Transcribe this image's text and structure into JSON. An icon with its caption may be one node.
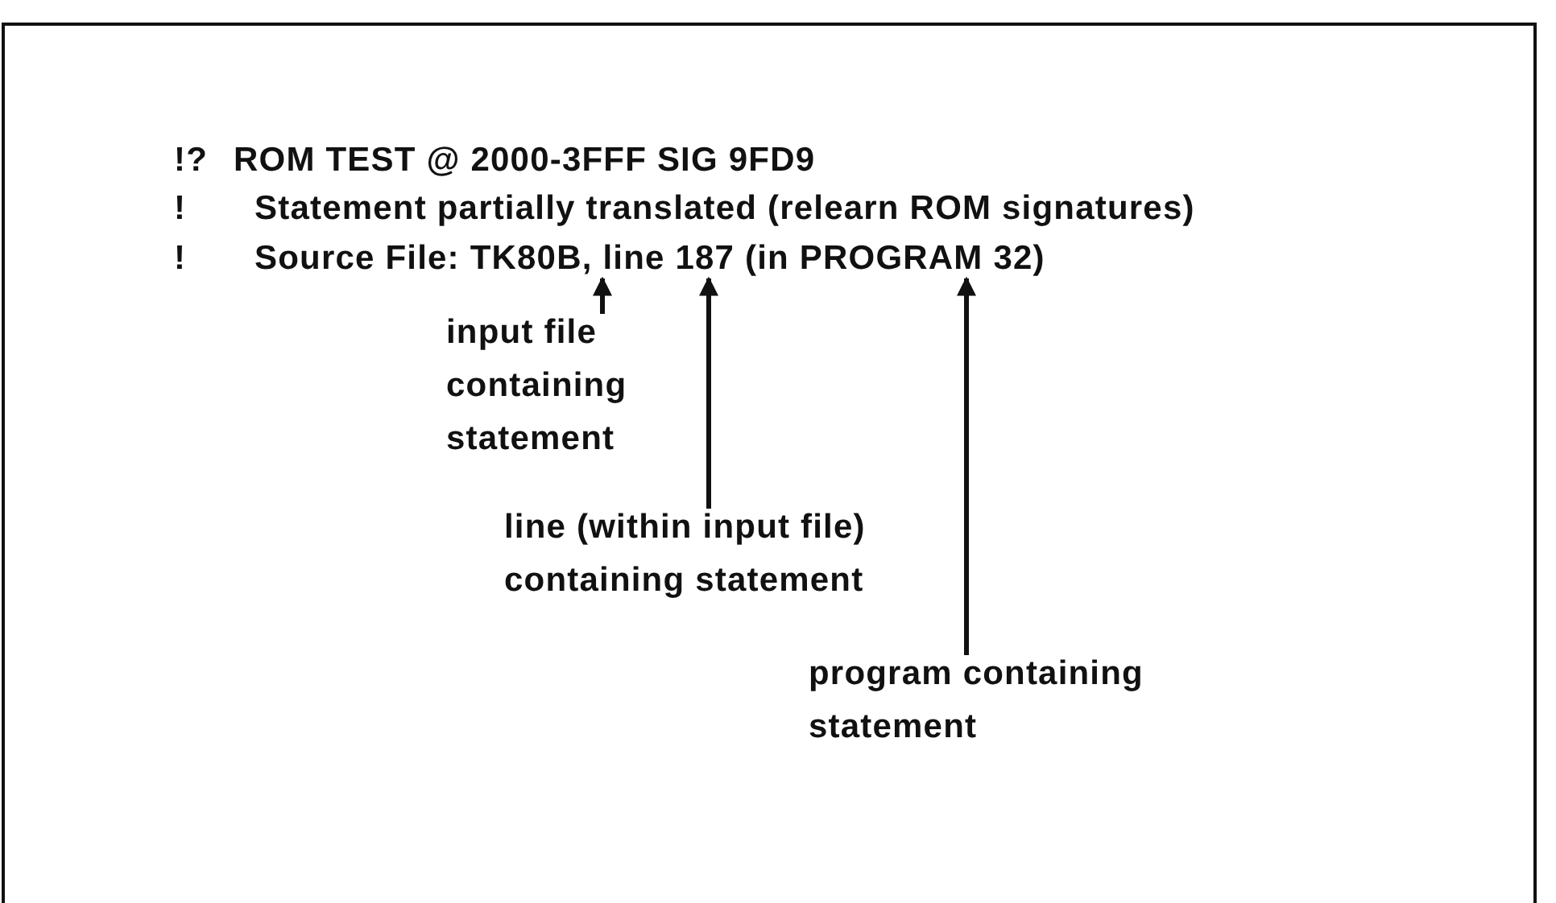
{
  "diagram": {
    "nodes": [
      {
        "text": [
          "input file containing statement"
        ]
      },
      {
        "text": [
          "line (within input file) containing statement"
        ]
      },
      {
        "text": [
          "program containing statement"
        ]
      },
      {
        "text": [
          "Source File: TK80B, line 187 (in PROGRAM 32)"
        ]
      }
    ],
    "edges": [
      {
        "from": 0,
        "to": 3,
        "arrow": "to"
      },
      {
        "from": 1,
        "to": 3,
        "arrow": "to"
      },
      {
        "from": 2,
        "to": 3,
        "arrow": "to"
      }
    ],
    "labels": [
      "!?",
      "ROM TEST @ 2000-3FFF SIG 9FD9",
      "!",
      "Statement partially translated (relearn ROM signatures)",
      "!"
    ]
  }
}
